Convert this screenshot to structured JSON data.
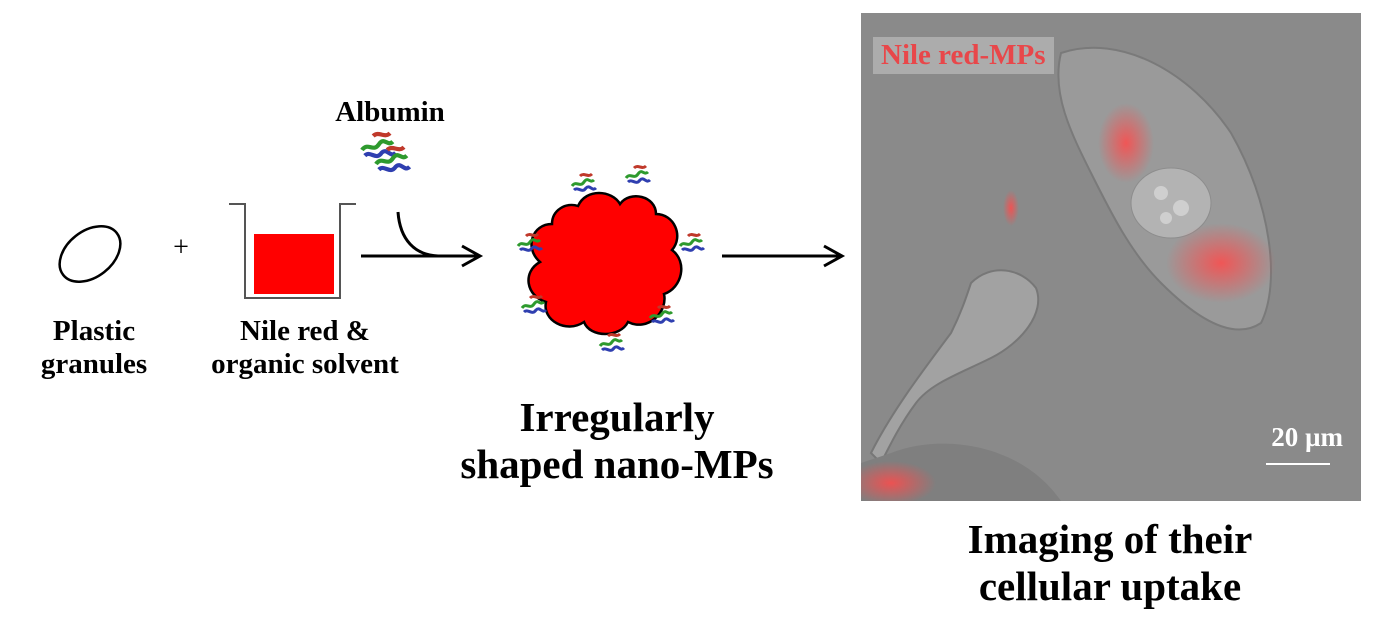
{
  "labels": {
    "albumin": "Albumin",
    "plus": "+",
    "plastic_line1": "Plastic",
    "plastic_line2": "granules",
    "nile_line1": "Nile red &",
    "nile_line2": "organic solvent",
    "irregular_line1": "Irregularly",
    "irregular_line2": "shaped nano-MPs",
    "imaging_line1": "Imaging of their",
    "imaging_line2": "cellular uptake"
  },
  "micrograph": {
    "stain_label": "Nile red-MPs",
    "scale_bar": "20 µm"
  },
  "colors": {
    "nile_red": "#ff0000",
    "label_red": "#e8474a",
    "background_gray": "#8a8a8a"
  }
}
